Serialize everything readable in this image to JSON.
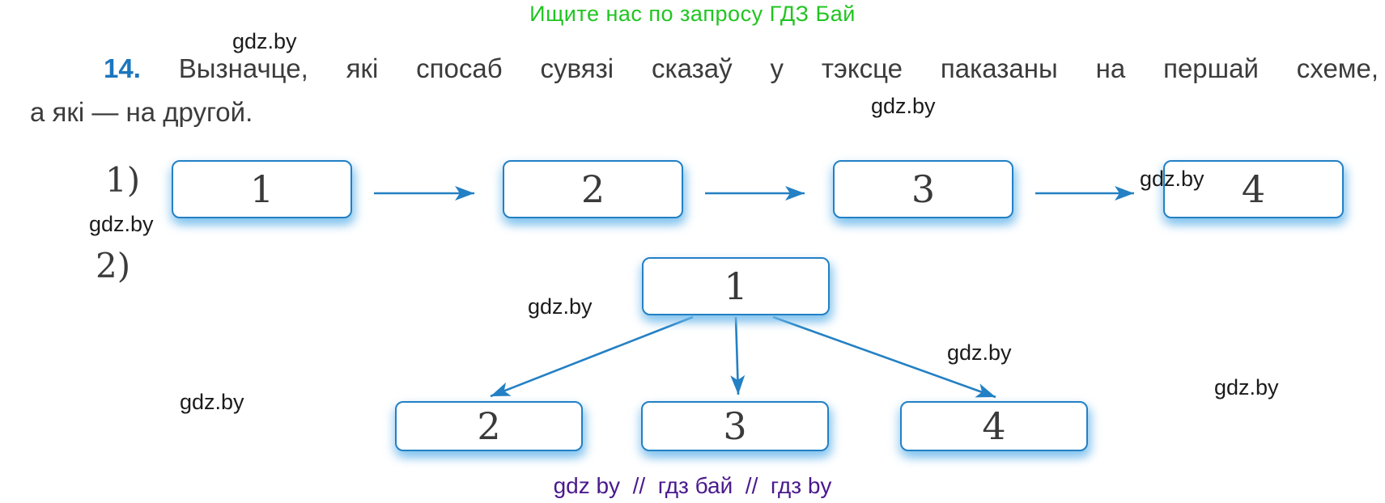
{
  "header": {
    "promo_text": "Ищите нас по запросу ГДЗ Бай"
  },
  "exercise": {
    "number": "14.",
    "line1": "Вызначце, які спосаб сувязі сказаў у тэксце паказаны на першай схеме,",
    "line2": "а які — на другой."
  },
  "scheme1": {
    "label": "1)",
    "boxes": [
      "1",
      "2",
      "3",
      "4"
    ]
  },
  "scheme2": {
    "label": "2)",
    "root": "1",
    "children": [
      "2",
      "3",
      "4"
    ]
  },
  "watermark": {
    "text": "gdz.by"
  },
  "footer": {
    "tags": "gdz by  //  гдз бай  //  гдз by"
  },
  "colors": {
    "promo_green": "#20c520",
    "exercise_number_blue": "#1b76bd",
    "box_border_blue": "#2380c4",
    "body_text": "#3c3c3c",
    "footer_purple": "#4a1a8c"
  }
}
